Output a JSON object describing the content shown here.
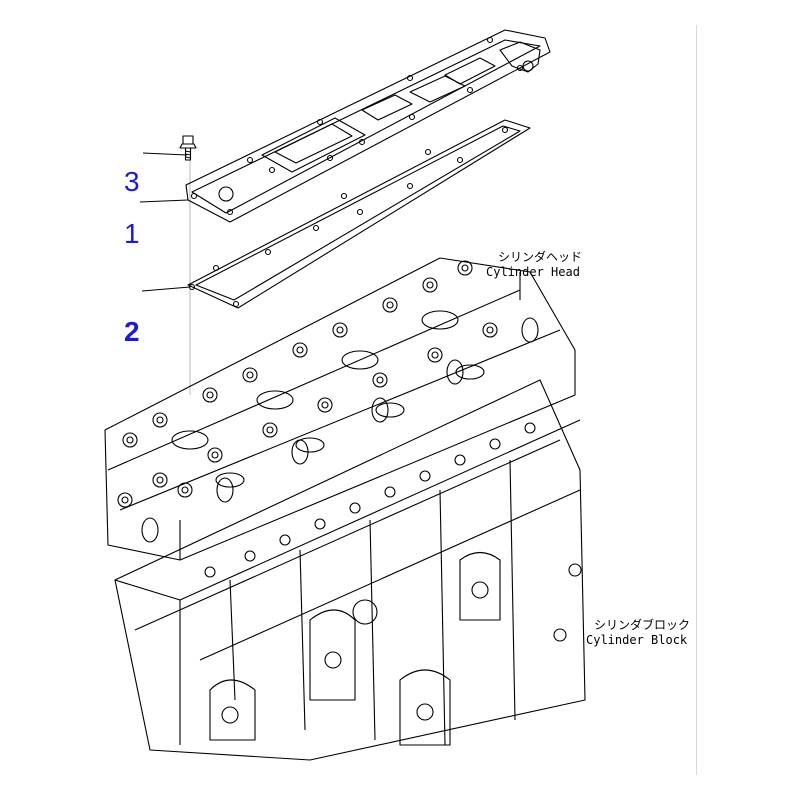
{
  "callouts": {
    "bolt": "3",
    "cover": "1",
    "gasket": "2"
  },
  "labels": {
    "cylinder_head_jp": "シリンダヘッド",
    "cylinder_head_en": "Cylinder Head",
    "cylinder_block_jp": "シリンダブロック",
    "cylinder_block_en": "Cylinder Block"
  },
  "colors": {
    "callout": "#1a1adc",
    "line": "#000000"
  }
}
